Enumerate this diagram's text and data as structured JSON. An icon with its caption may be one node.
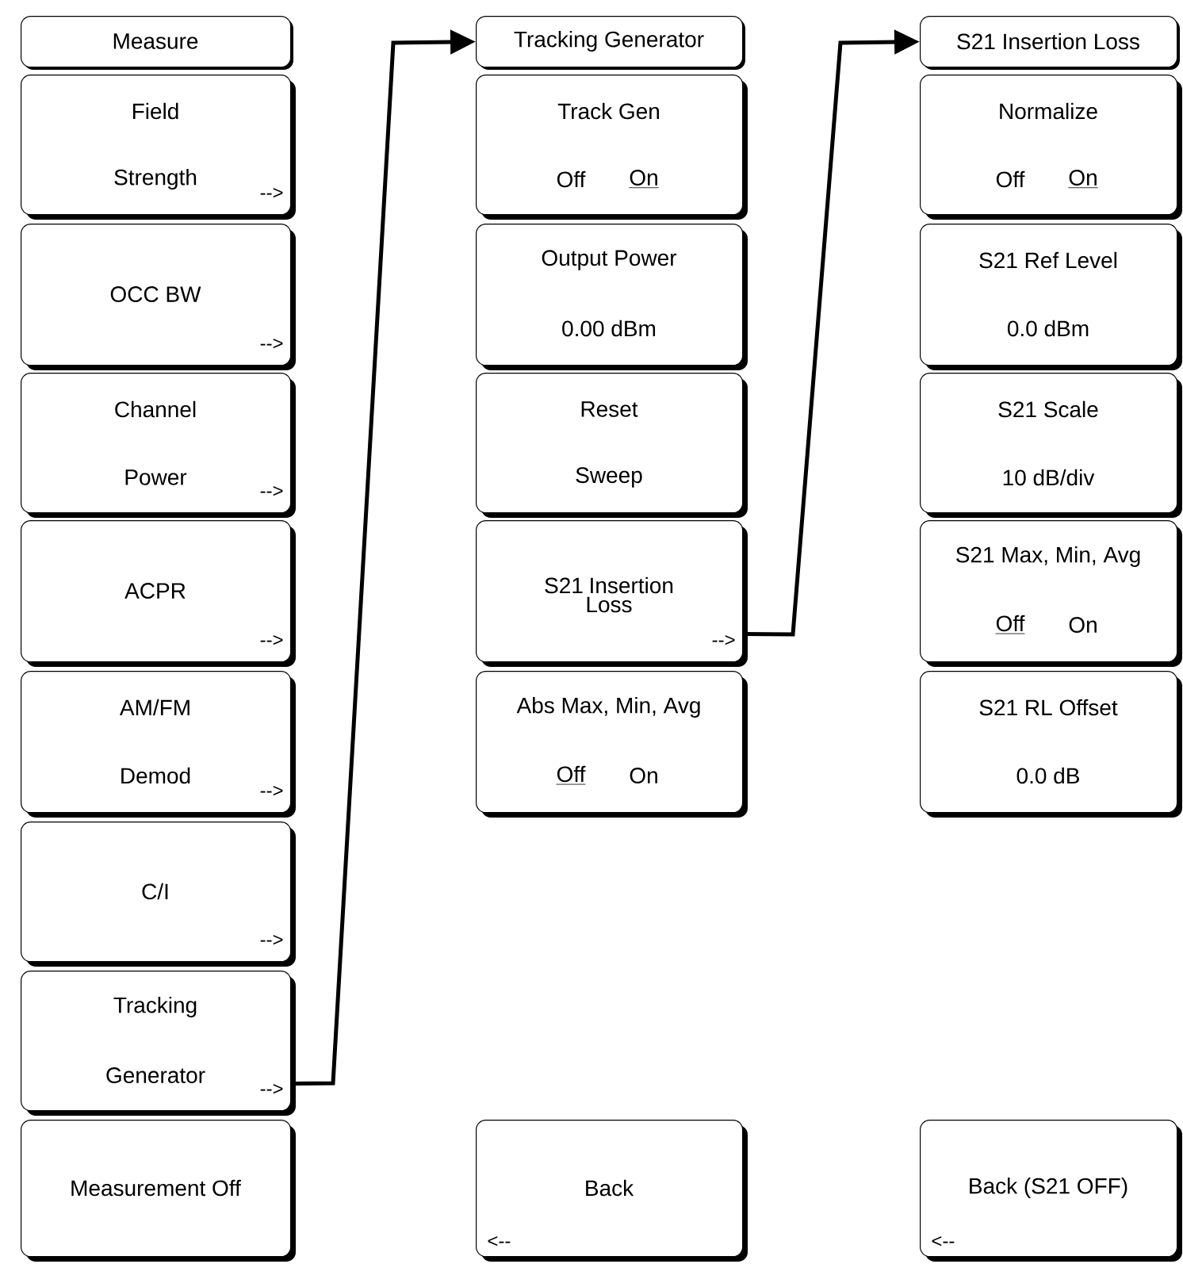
{
  "diagram": {
    "nodes": [
      {
        "text": [
          "Measure"
        ]
      },
      {
        "text": [
          "Field",
          "Strength",
          "-->"
        ]
      },
      {
        "text": [
          "OCC BW",
          "-->"
        ]
      },
      {
        "text": [
          "Channel",
          "Power",
          "-->"
        ]
      },
      {
        "text": [
          "ACPR",
          "-->"
        ]
      },
      {
        "text": [
          "AM/FM",
          "Demod",
          "-->"
        ]
      },
      {
        "text": [
          "C/I",
          "-->"
        ]
      },
      {
        "text": [
          "Tracking",
          "Generator",
          "-->"
        ]
      },
      {
        "text": [
          "Measurement Off"
        ]
      },
      {
        "text": [
          "Tracking Generator"
        ]
      },
      {
        "text": [
          "Track Gen",
          "Off",
          "On"
        ]
      },
      {
        "text": [
          "Output Power",
          "0.00 dBm"
        ]
      },
      {
        "text": [
          "Reset",
          "Sweep"
        ]
      },
      {
        "text": [
          "S21 Insertion Loss",
          "-->"
        ]
      },
      {
        "text": [
          "Abs Max, Min, Avg",
          "Off",
          "On"
        ]
      },
      {
        "text": [
          "Back",
          "<--"
        ]
      },
      {
        "text": [
          "S21 Insertion Loss"
        ]
      },
      {
        "text": [
          "Normalize",
          "Off",
          "On"
        ]
      },
      {
        "text": [
          "S21 Ref Level",
          "0.0 dBm"
        ]
      },
      {
        "text": [
          "S21 Scale",
          "10 dB/div"
        ]
      },
      {
        "text": [
          "S21 Max, Min, Avg",
          "Off",
          "On"
        ]
      },
      {
        "text": [
          "S21 RL Offset",
          "0.0 dB"
        ]
      },
      {
        "text": [
          "Back (S21 OFF)",
          "<--"
        ]
      }
    ],
    "edges": [
      {
        "from": 7,
        "to": 9,
        "arrow": "to"
      },
      {
        "from": 13,
        "to": 16,
        "arrow": "to"
      }
    ]
  }
}
